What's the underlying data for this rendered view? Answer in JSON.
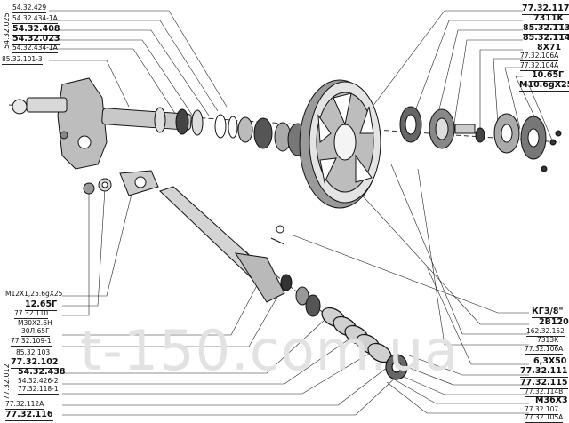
{
  "watermark": "t-150.com.ua",
  "vertical_labels": {
    "top": "54.32.025",
    "bottom": "77.32.012"
  },
  "labels_left_top": [
    {
      "text": "54.32.429",
      "weight": "sm"
    },
    {
      "text": "54.32.434-1A",
      "weight": "sm"
    },
    {
      "text": "54.32.408",
      "weight": "bd"
    },
    {
      "text": "54.32.023",
      "weight": "bd"
    },
    {
      "text": "54.32.434-1A",
      "weight": "sm"
    },
    {
      "text": "85.32.101-3",
      "weight": "sm"
    }
  ],
  "labels_left_bottom": [
    {
      "text": "M12X1,25.6gX25",
      "weight": "sm"
    },
    {
      "text": "12.65Г",
      "weight": "bd"
    },
    {
      "text": "77.32.110",
      "weight": "sm"
    },
    {
      "text": "M30X2.6H",
      "weight": "sm"
    },
    {
      "text": "30Л.65Г",
      "weight": "sm"
    },
    {
      "text": "77.32.109-1",
      "weight": "sm"
    },
    {
      "text": "85.32.103",
      "weight": "sm"
    },
    {
      "text": "77.32.102",
      "weight": "bd"
    },
    {
      "text": "54.32.438",
      "weight": "bd"
    },
    {
      "text": "54.32.426-2",
      "weight": "sm"
    },
    {
      "text": "77.32.118-1",
      "weight": "sm"
    },
    {
      "text": "77.32.112A",
      "weight": "sm"
    },
    {
      "text": "77.32.116",
      "weight": "bd"
    }
  ],
  "labels_right_top": [
    {
      "text": "77.32.117",
      "weight": "bd"
    },
    {
      "text": "7311K",
      "weight": "bd"
    },
    {
      "text": "85.32.113",
      "weight": "bd"
    },
    {
      "text": "85.32.114",
      "weight": "bd"
    },
    {
      "text": "8X71",
      "weight": "bd"
    },
    {
      "text": "77.32.106A",
      "weight": "sm"
    },
    {
      "text": "77.32.104A",
      "weight": "sm"
    },
    {
      "text": "10.65Г",
      "weight": "bd"
    },
    {
      "text": "M10.6gX25",
      "weight": "bd"
    }
  ],
  "labels_right_bottom": [
    {
      "text": "КГ3/8\"",
      "weight": "bd"
    },
    {
      "text": "2B120",
      "weight": "bd"
    },
    {
      "text": "162.32.152",
      "weight": "sm"
    },
    {
      "text": "7313K",
      "weight": "sm"
    },
    {
      "text": "77.32.106A",
      "weight": "sm"
    },
    {
      "text": "6,3X50",
      "weight": "bd"
    },
    {
      "text": "77.32.111",
      "weight": "bd"
    },
    {
      "text": "77.32.115",
      "weight": "bd"
    },
    {
      "text": "77.32.114B",
      "weight": "sm"
    },
    {
      "text": "M36X3",
      "weight": "bd"
    },
    {
      "text": "77.32.107",
      "weight": "sm"
    },
    {
      "text": "77.32.105A",
      "weight": "sm"
    }
  ]
}
